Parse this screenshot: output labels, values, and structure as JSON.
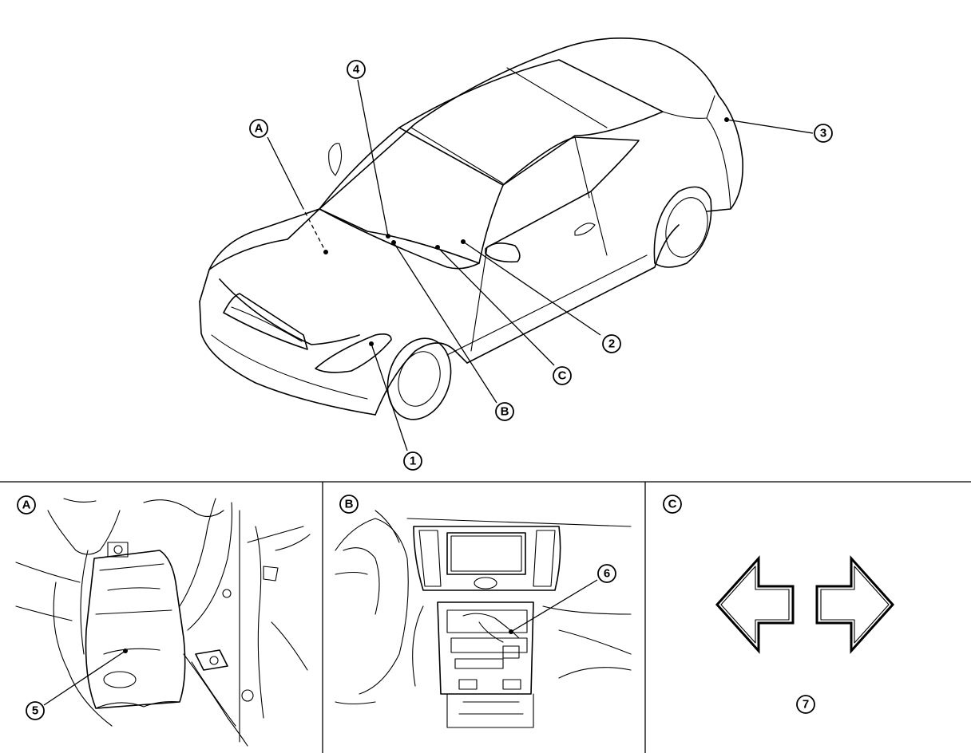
{
  "callouts": {
    "c1": "1",
    "c2": "2",
    "c3": "3",
    "c4": "4",
    "c5": "5",
    "c6": "6",
    "c7": "7",
    "cA": "A",
    "cB": "B",
    "cC": "C"
  },
  "panels": {
    "panel_a_label": "A",
    "panel_b_label": "B",
    "panel_c_label": "C"
  },
  "icons": {
    "left_arrow": "left-arrow-icon",
    "right_arrow": "right-arrow-icon"
  }
}
